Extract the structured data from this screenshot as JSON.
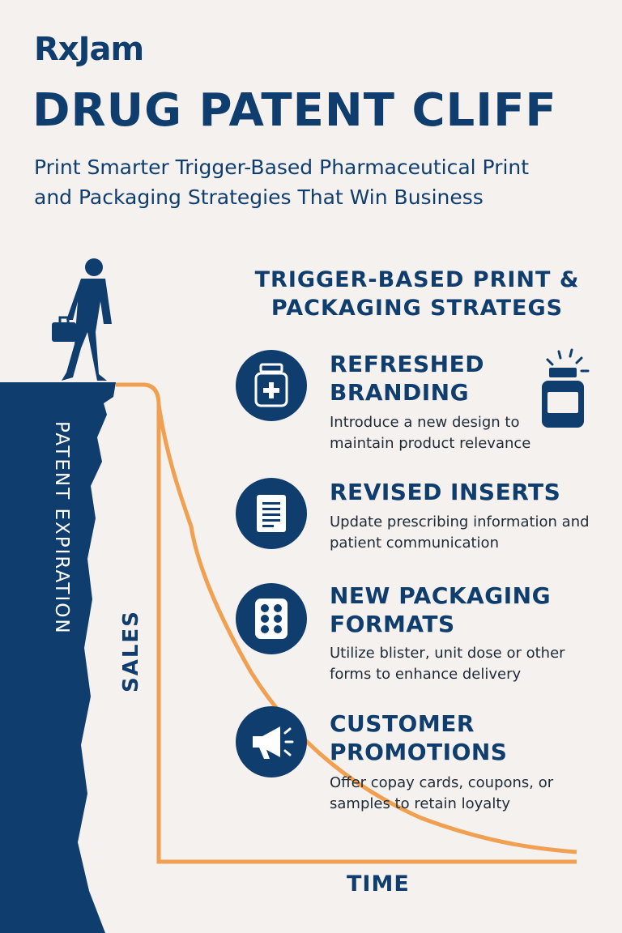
{
  "brand": "RxJam",
  "title": "DRUG PATENT CLIFF",
  "subtitle": "Print Smarter Trigger-Based Pharmaceutical Print and Packaging Strategies That Win Business",
  "section_title": "TRIGGER-BASED PRINT & PACKAGING STRATEGS",
  "cliff_label": "PATENT EXPIRATION",
  "axis": {
    "y_label": "SALES",
    "x_label": "TIME"
  },
  "colors": {
    "navy": "#0f3d6e",
    "orange": "#f0a050",
    "background": "#f4f1ee"
  },
  "strategies": [
    {
      "icon": "medicine-bottle-icon",
      "title": "REFRESHED BRANDING",
      "description": "Introduce a new design to maintain product relevance"
    },
    {
      "icon": "document-icon",
      "title": "REVISED INSERTS",
      "description": "Update prescribing information and patient communication"
    },
    {
      "icon": "blister-pack-icon",
      "title": "NEW PACKAGING FORMATS",
      "description": "Utilize blister, unit dose or other forms to enhance delivery"
    },
    {
      "icon": "megaphone-icon",
      "title": "CUSTOMER PROMOTIONS",
      "description": "Offer copay cards, coupons, or samples to retain loyalty"
    }
  ]
}
